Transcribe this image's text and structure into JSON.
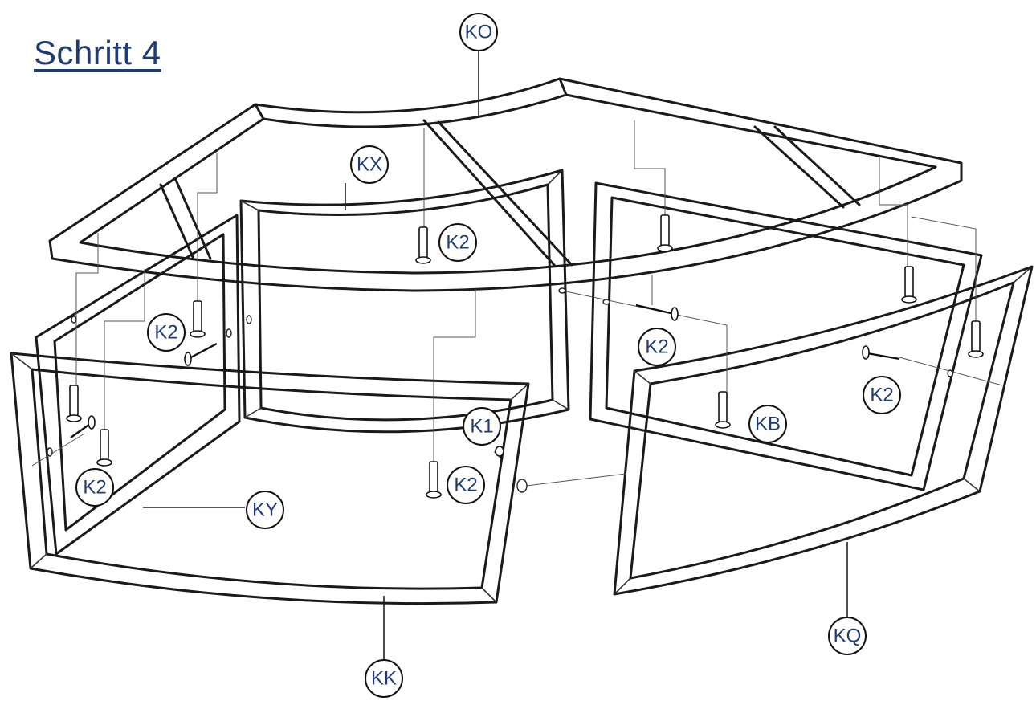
{
  "title": "Schritt 4",
  "labels": {
    "ko": "KO",
    "kx": "KX",
    "k2_top": "K2",
    "k2_left_upper": "K2",
    "k2_right_upper": "K2",
    "k2_right": "K2",
    "k2_left_lower": "K2",
    "k2_front": "K2",
    "k1": "K1",
    "kb": "KB",
    "ky": "KY",
    "kk": "KK",
    "kq": "KQ"
  }
}
